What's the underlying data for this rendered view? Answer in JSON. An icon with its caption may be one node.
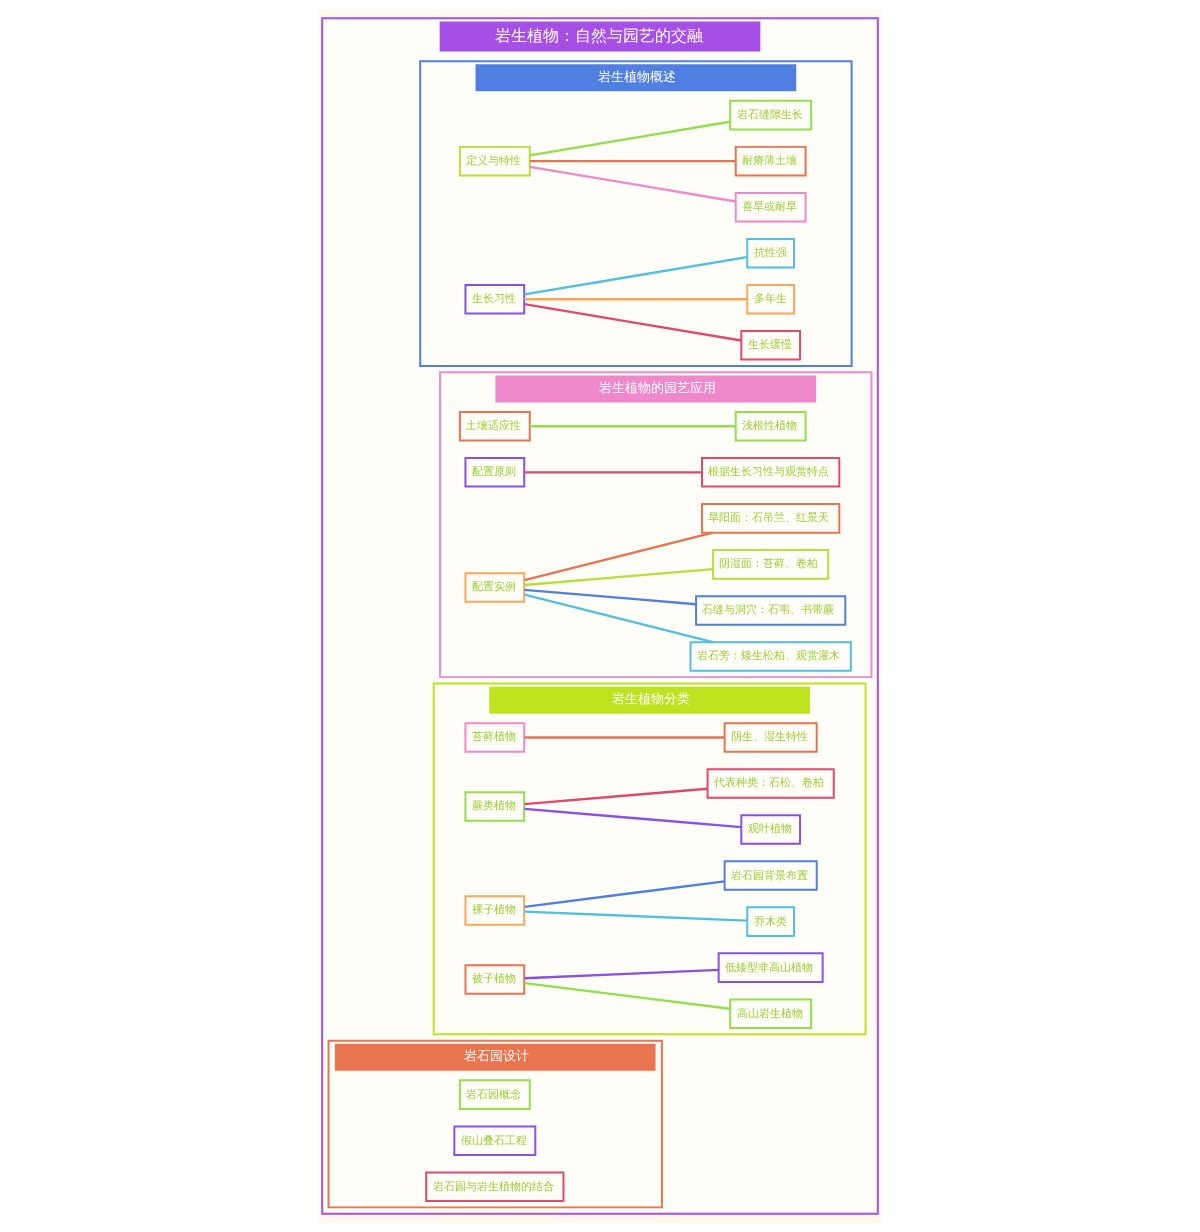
{
  "diagram": {
    "nodes": [
      {
        "text": [
          "岩生植物：自然与园艺的交融"
        ]
      },
      {
        "text": [
          "岩生植物概述"
        ],
        "in": 0
      },
      {
        "text": [
          "定义与特性"
        ],
        "in": 1
      },
      {
        "text": [
          "喜旱或耐旱"
        ],
        "in": 1
      },
      {
        "text": [
          "耐瘠薄土壤"
        ],
        "in": 1
      },
      {
        "text": [
          "岩石缝隙生长"
        ],
        "in": 1
      },
      {
        "text": [
          "生长习性"
        ],
        "in": 1
      },
      {
        "text": [
          "生长缓慢"
        ],
        "in": 1
      },
      {
        "text": [
          "多年生"
        ],
        "in": 1
      },
      {
        "text": [
          "抗性强"
        ],
        "in": 1
      },
      {
        "text": [
          "岩生植物的园艺应用"
        ],
        "in": 0
      },
      {
        "text": [
          "土壤适应性"
        ],
        "in": 10
      },
      {
        "text": [
          "浅根性植物"
        ],
        "in": 10
      },
      {
        "text": [
          "配置原则"
        ],
        "in": 10
      },
      {
        "text": [
          "根据生长习性与观赏特点"
        ],
        "in": 10
      },
      {
        "text": [
          "配置实例"
        ],
        "in": 10
      },
      {
        "text": [
          "岩石旁：矮生松柏、观赏灌木"
        ],
        "in": 10
      },
      {
        "text": [
          "石缝与洞穴：石韦、书带蕨"
        ],
        "in": 10
      },
      {
        "text": [
          "阴湿面：苔藓、卷柏"
        ],
        "in": 10
      },
      {
        "text": [
          "旱阳面：石吊兰、红景天"
        ],
        "in": 10
      },
      {
        "text": [
          "岩生植物分类"
        ],
        "in": 0
      },
      {
        "text": [
          "苔藓植物"
        ],
        "in": 20
      },
      {
        "text": [
          "阴生、湿生特性"
        ],
        "in": 20
      },
      {
        "text": [
          "蕨类植物"
        ],
        "in": 20
      },
      {
        "text": [
          "观叶植物"
        ],
        "in": 20
      },
      {
        "text": [
          "代表种类：石松、卷柏"
        ],
        "in": 20
      },
      {
        "text": [
          "裸子植物"
        ],
        "in": 20
      },
      {
        "text": [
          "乔木类"
        ],
        "in": 20
      },
      {
        "text": [
          "岩石园背景布置"
        ],
        "in": 20
      },
      {
        "text": [
          "被子植物"
        ],
        "in": 20
      },
      {
        "text": [
          "高山岩生植物"
        ],
        "in": 20
      },
      {
        "text": [
          "低矮型非高山植物"
        ],
        "in": 20
      },
      {
        "text": [
          "岩石园设计"
        ],
        "in": 0
      },
      {
        "text": [
          "岩石园概念"
        ],
        "in": 32
      },
      {
        "text": [
          "假山叠石工程"
        ],
        "in": 32
      },
      {
        "text": [
          "岩石园与岩生植物的结合"
        ],
        "in": 32
      }
    ],
    "edges": [
      {
        "from": 2,
        "to": 3,
        "arrow": "none",
        "color": "#f088cc"
      },
      {
        "from": 2,
        "to": 4,
        "arrow": "none",
        "color": "#e8734f"
      },
      {
        "from": 2,
        "to": 5,
        "arrow": "none",
        "color": "#8fe04a"
      },
      {
        "from": 6,
        "to": 7,
        "arrow": "none",
        "color": "#e04a6a"
      },
      {
        "from": 6,
        "to": 8,
        "arrow": "none",
        "color": "#f7a85a"
      },
      {
        "from": 6,
        "to": 9,
        "arrow": "none",
        "color": "#4fc0e0"
      },
      {
        "from": 11,
        "to": 12,
        "arrow": "none",
        "color": "#8fe04a"
      },
      {
        "from": 13,
        "to": 14,
        "arrow": "none",
        "color": "#e04a6a"
      },
      {
        "from": 15,
        "to": 16,
        "arrow": "none",
        "color": "#4fc0e0"
      },
      {
        "from": 15,
        "to": 17,
        "arrow": "none",
        "color": "#4f7fe0"
      },
      {
        "from": 15,
        "to": 18,
        "arrow": "none",
        "color": "#b5e03a"
      },
      {
        "from": 15,
        "to": 19,
        "arrow": "none",
        "color": "#e8734f"
      },
      {
        "from": 21,
        "to": 22,
        "arrow": "none",
        "color": "#e8734f"
      },
      {
        "from": 23,
        "to": 24,
        "arrow": "none",
        "color": "#8a4fe6"
      },
      {
        "from": 23,
        "to": 25,
        "arrow": "none",
        "color": "#e04a6a"
      },
      {
        "from": 26,
        "to": 27,
        "arrow": "none",
        "color": "#4fc0e0"
      },
      {
        "from": 26,
        "to": 28,
        "arrow": "none",
        "color": "#4f7fe0"
      },
      {
        "from": 29,
        "to": 30,
        "arrow": "none",
        "color": "#8fe04a"
      },
      {
        "from": 29,
        "to": 31,
        "arrow": "none",
        "color": "#8a4fe6"
      }
    ]
  }
}
